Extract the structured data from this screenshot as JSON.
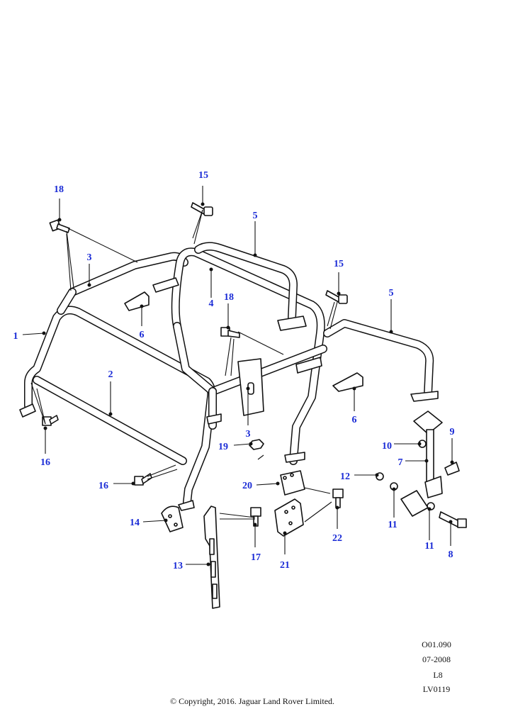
{
  "callouts": {
    "c1": "1",
    "c2": "2",
    "c3a": "3",
    "c3b": "3",
    "c4": "4",
    "c5a": "5",
    "c5b": "5",
    "c6a": "6",
    "c6b": "6",
    "c7": "7",
    "c8": "8",
    "c9": "9",
    "c10": "10",
    "c11a": "11",
    "c11b": "11",
    "c12": "12",
    "c13": "13",
    "c14": "14",
    "c15a": "15",
    "c15b": "15",
    "c16a": "16",
    "c16b": "16",
    "c17": "17",
    "c18a": "18",
    "c18b": "18",
    "c19": "19",
    "c20": "20",
    "c21": "21",
    "c22": "22"
  },
  "footer": {
    "code": "O01.090",
    "date": "07-2008",
    "l8": "L8",
    "ref": "LV0119",
    "copyright": "© Copyright, 2016. Jaguar Land Rover Limited."
  },
  "colors": {
    "callout": "#1a2bd6",
    "line": "#111111"
  }
}
